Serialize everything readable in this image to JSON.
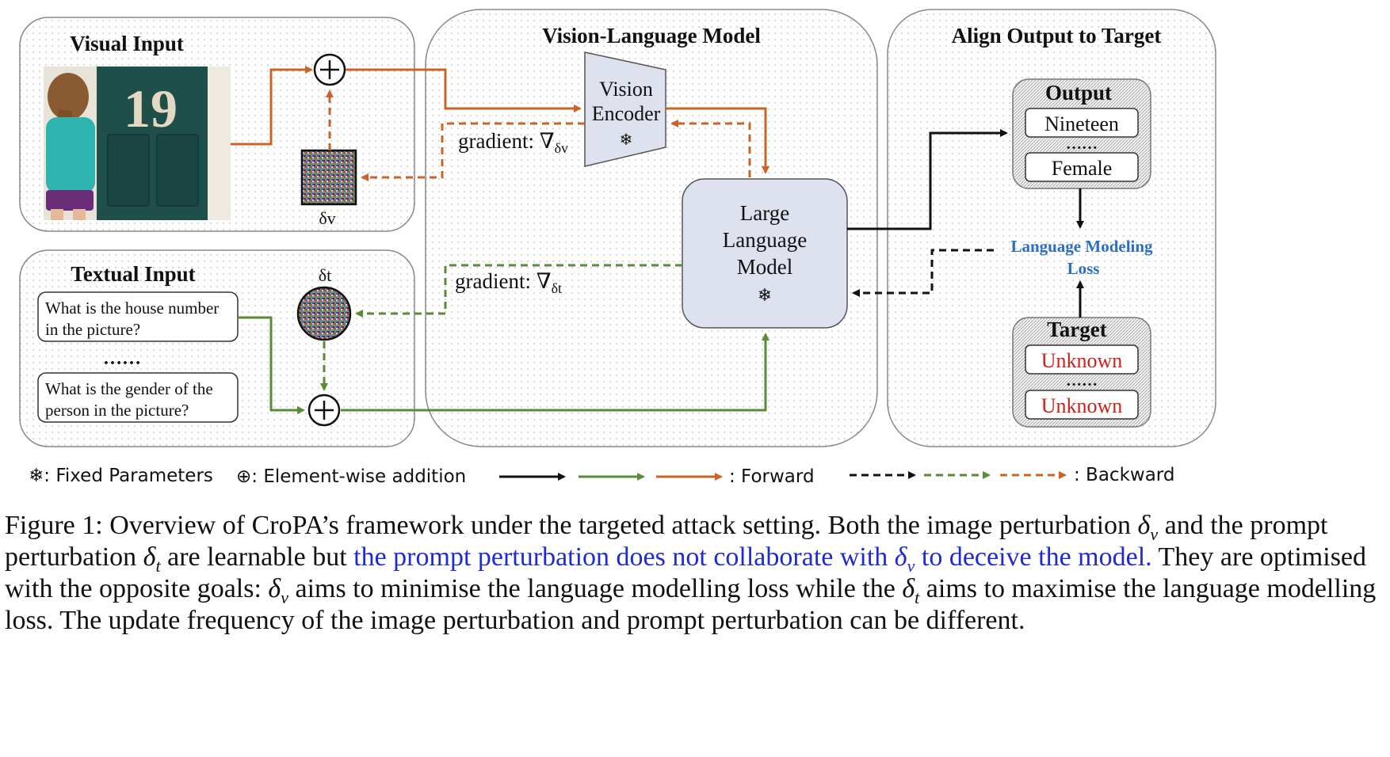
{
  "panels": {
    "visual_input": "Visual Input",
    "textual_input": "Textual Input",
    "vlm": "Vision-Language Model",
    "align": "Align Output to Target"
  },
  "image_house_number": "19",
  "delta_v": "δv",
  "delta_t": "δt",
  "vision_encoder": {
    "line1": "Vision",
    "line2": "Encoder"
  },
  "llm": {
    "line1": "Large",
    "line2": "Language",
    "line3": "Model"
  },
  "gradient_v": "gradient: ∇",
  "gradient_v_sub": "δv",
  "gradient_t": "gradient: ∇",
  "gradient_t_sub": "δt",
  "prompts": [
    {
      "line1": "What is the house number",
      "line2": "in the picture?"
    },
    {
      "line1": "What is the gender of the",
      "line2": "person in the picture?"
    }
  ],
  "ellipsis": "……",
  "output": {
    "title": "Output",
    "items": [
      "Nineteen",
      "Female"
    ]
  },
  "target": {
    "title": "Target",
    "items": [
      "Unknown",
      "Unknown"
    ]
  },
  "loss": {
    "line1": "Language Modeling",
    "line2": "Loss"
  },
  "legend": {
    "fixed": "❄: Fixed Parameters",
    "add": "⊕: Element-wise addition",
    "forward": ": Forward",
    "backward": ": Backward"
  },
  "colors": {
    "orange": "#c8642a",
    "green": "#5a8a3a",
    "black": "#111111",
    "loss_blue": "#2a6fc0",
    "target_red": "#d0201a",
    "box_fill": "#e2e6f1",
    "caption_highlight": "#1e2ad6"
  },
  "caption": {
    "p1": "Figure 1:  Overview of CroPA’s framework under the targeted attack setting. Both the image perturbation ",
    "d1": "δ",
    "d1s": "v",
    "p2": " and the prompt perturbation ",
    "d2": "δ",
    "d2s": "t",
    "p3": " are learnable but ",
    "hl1": "the prompt perturbation does not collaborate with ",
    "hd": "δ",
    "hds": "v",
    "hl2": " to deceive the model.",
    "p4": " They are optimised with the opposite goals: ",
    "d3": "δ",
    "d3s": "v",
    "p5": " aims to minimise the language modelling loss while the ",
    "d4": "δ",
    "d4s": "t",
    "p6": " aims to maximise the language modelling loss.  The update frequency of the image perturbation and prompt perturbation can be different."
  }
}
